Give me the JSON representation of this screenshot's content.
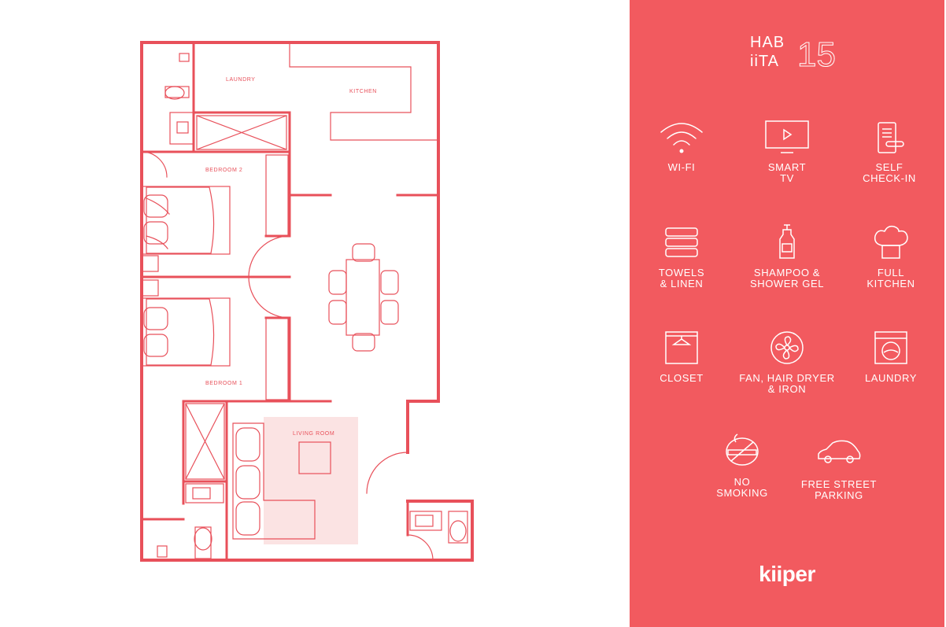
{
  "floorplan": {
    "rooms": {
      "laundry": "LAUNDRY",
      "kitchen": "KITCHEN",
      "bedroom2": "BEDROOM 2",
      "bedroom1": "BEDROOM 1",
      "living": "LIVING ROOM"
    },
    "colors": {
      "wall": "#e8505a",
      "rug": "#fbe3e3"
    }
  },
  "panel": {
    "background": "#f25a5f",
    "logo": {
      "line1": "HAB",
      "line2": "iiTA",
      "number": "15"
    },
    "amenities": [
      {
        "icon": "wifi-icon",
        "label": "WI-FI"
      },
      {
        "icon": "tv-icon",
        "label": "SMART\nTV"
      },
      {
        "icon": "door-lock-icon",
        "label": "SELF\nCHECK-IN"
      },
      {
        "icon": "towels-icon",
        "label": "TOWELS\n& LINEN"
      },
      {
        "icon": "bottle-icon",
        "label": "SHAMPOO &\nSHOWER GEL"
      },
      {
        "icon": "chef-hat-icon",
        "label": "FULL\nKITCHEN"
      },
      {
        "icon": "closet-icon",
        "label": "CLOSET"
      },
      {
        "icon": "fan-icon",
        "label": "FAN, HAIR DRYER\n& IRON"
      },
      {
        "icon": "washing-machine-icon",
        "label": "LAUNDRY"
      },
      {
        "icon": "no-smoking-icon",
        "label": "NO\nSMOKING"
      },
      {
        "icon": "car-icon",
        "label": "FREE STREET\nPARKING"
      }
    ],
    "brand": "kiiper"
  }
}
